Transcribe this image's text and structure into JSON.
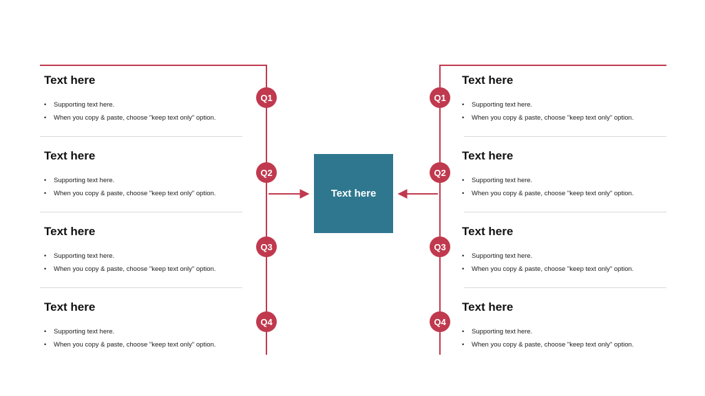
{
  "colors": {
    "accent": "#c0394e",
    "center_box": "#2e778f",
    "divider": "#d9d9d9"
  },
  "center": {
    "label": "Text here"
  },
  "left_blocks": [
    {
      "badge": "Q1",
      "title": "Text here",
      "bullets": [
        "Supporting text here.",
        "When you copy & paste, choose \"keep text only\" option."
      ]
    },
    {
      "badge": "Q2",
      "title": "Text here",
      "bullets": [
        "Supporting text here.",
        "When you copy & paste, choose \"keep text only\" option."
      ]
    },
    {
      "badge": "Q3",
      "title": "Text here",
      "bullets": [
        "Supporting text here.",
        "When you copy & paste, choose \"keep text only\" option."
      ]
    },
    {
      "badge": "Q4",
      "title": "Text here",
      "bullets": [
        "Supporting text here.",
        "When you copy & paste, choose \"keep text only\" option."
      ]
    }
  ],
  "right_blocks": [
    {
      "badge": "Q1",
      "title": "Text here",
      "bullets": [
        "Supporting text here.",
        "When you copy & paste, choose \"keep text only\" option."
      ]
    },
    {
      "badge": "Q2",
      "title": "Text here",
      "bullets": [
        "Supporting text here.",
        "When you copy & paste, choose \"keep text only\" option."
      ]
    },
    {
      "badge": "Q3",
      "title": "Text here",
      "bullets": [
        "Supporting text here.",
        "When you copy & paste, choose \"keep text only\" option."
      ]
    },
    {
      "badge": "Q4",
      "title": "Text here",
      "bullets": [
        "Supporting text here.",
        "When you copy & paste, choose \"keep text only\" option."
      ]
    }
  ]
}
